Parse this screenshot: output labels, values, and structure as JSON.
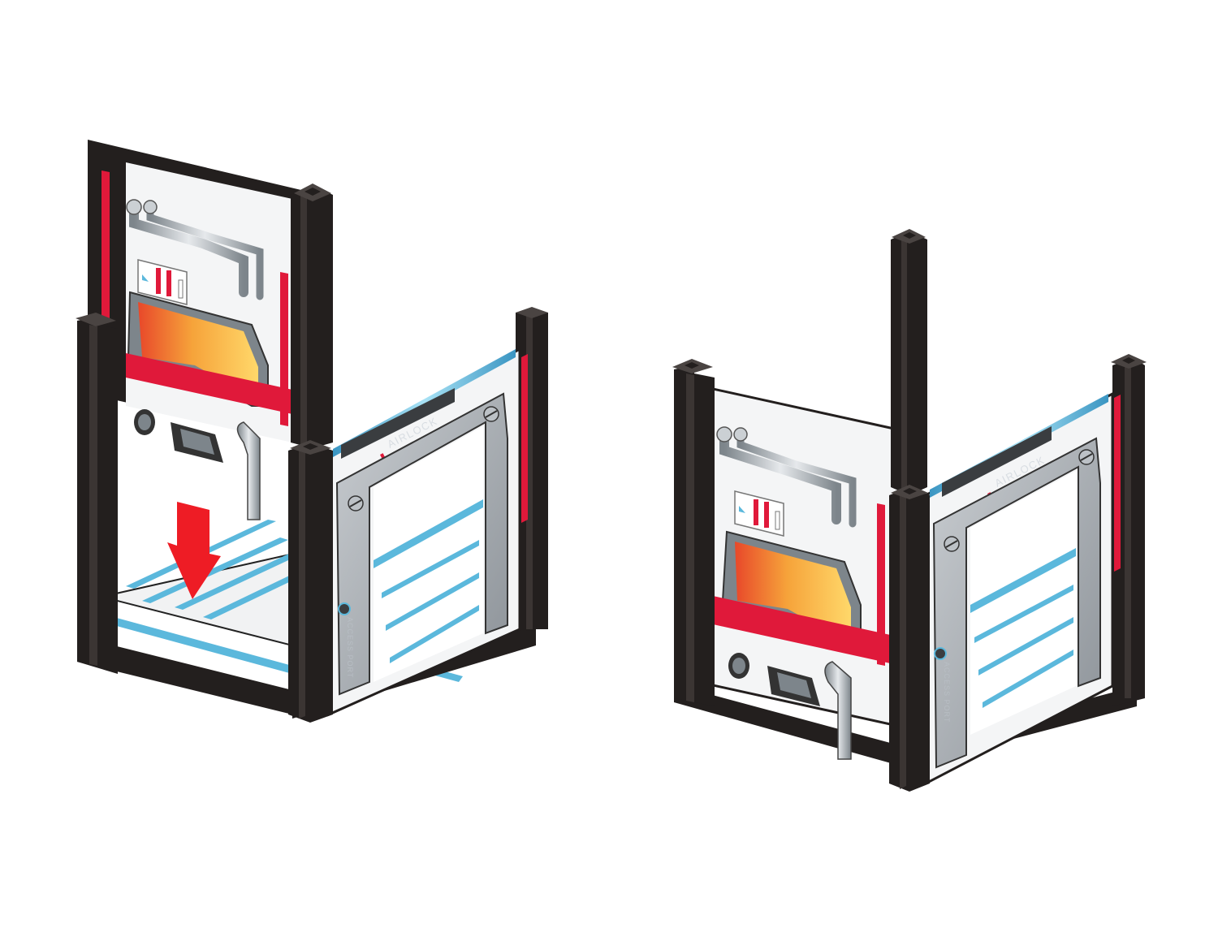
{
  "figure": {
    "left_assembly": {
      "wall_label": "AIRLOCK",
      "pillar_label": "ACCESS PORT"
    },
    "right_assembly": {
      "wall_label": "AIRLOCK",
      "pillar_label": "ACCESS PORT"
    }
  },
  "colors": {
    "frame": "#231f1e",
    "accent_red": "#e0193a",
    "accent_blue": "#5bb8dc",
    "arrow": "#ee1c25",
    "panel_white": "#f4f5f6",
    "metal": "#8f969c",
    "glow_orange": "#f29a2e"
  },
  "icons": [
    "down-arrow-icon",
    "screw-icon",
    "pipe-icon",
    "vent-icon",
    "port-icon"
  ]
}
